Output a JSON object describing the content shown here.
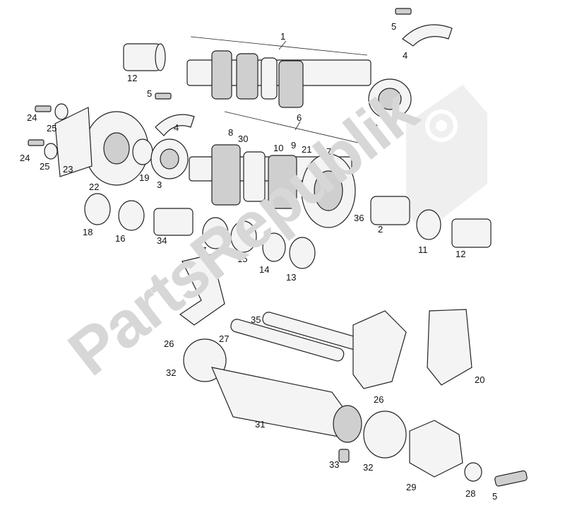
{
  "watermark": {
    "text": "PartsRepublik",
    "icon": "gear-icon"
  },
  "callouts": [
    {
      "id": "c1",
      "text": "1"
    },
    {
      "id": "c4a",
      "text": "4"
    },
    {
      "id": "c5a",
      "text": "5"
    },
    {
      "id": "c12a",
      "text": "12"
    },
    {
      "id": "c3a",
      "text": "3"
    },
    {
      "id": "c6",
      "text": "6"
    },
    {
      "id": "c5b",
      "text": "5"
    },
    {
      "id": "c4b",
      "text": "4"
    },
    {
      "id": "c24a",
      "text": "24"
    },
    {
      "id": "c25a",
      "text": "25"
    },
    {
      "id": "c24b",
      "text": "24"
    },
    {
      "id": "c25b",
      "text": "25"
    },
    {
      "id": "c23",
      "text": "23"
    },
    {
      "id": "c22",
      "text": "22"
    },
    {
      "id": "c19",
      "text": "19"
    },
    {
      "id": "c3b",
      "text": "3"
    },
    {
      "id": "c8",
      "text": "8"
    },
    {
      "id": "c30",
      "text": "30"
    },
    {
      "id": "c10",
      "text": "10"
    },
    {
      "id": "c9",
      "text": "9"
    },
    {
      "id": "c21",
      "text": "21"
    },
    {
      "id": "c7",
      "text": "7"
    },
    {
      "id": "c36",
      "text": "36"
    },
    {
      "id": "c2",
      "text": "2"
    },
    {
      "id": "c11",
      "text": "11"
    },
    {
      "id": "c12b",
      "text": "12"
    },
    {
      "id": "c18",
      "text": "18"
    },
    {
      "id": "c16",
      "text": "16"
    },
    {
      "id": "c34",
      "text": "34"
    },
    {
      "id": "c17",
      "text": "17"
    },
    {
      "id": "c15",
      "text": "15"
    },
    {
      "id": "c14",
      "text": "14"
    },
    {
      "id": "c13",
      "text": "13"
    },
    {
      "id": "c35",
      "text": "35"
    },
    {
      "id": "c27",
      "text": "27"
    },
    {
      "id": "c26a",
      "text": "26"
    },
    {
      "id": "c26b",
      "text": "26"
    },
    {
      "id": "c20",
      "text": "20"
    },
    {
      "id": "c32a",
      "text": "32"
    },
    {
      "id": "c31",
      "text": "31"
    },
    {
      "id": "c32b",
      "text": "32"
    },
    {
      "id": "c33",
      "text": "33"
    },
    {
      "id": "c29",
      "text": "29"
    },
    {
      "id": "c28",
      "text": "28"
    },
    {
      "id": "c5c",
      "text": "5"
    }
  ]
}
